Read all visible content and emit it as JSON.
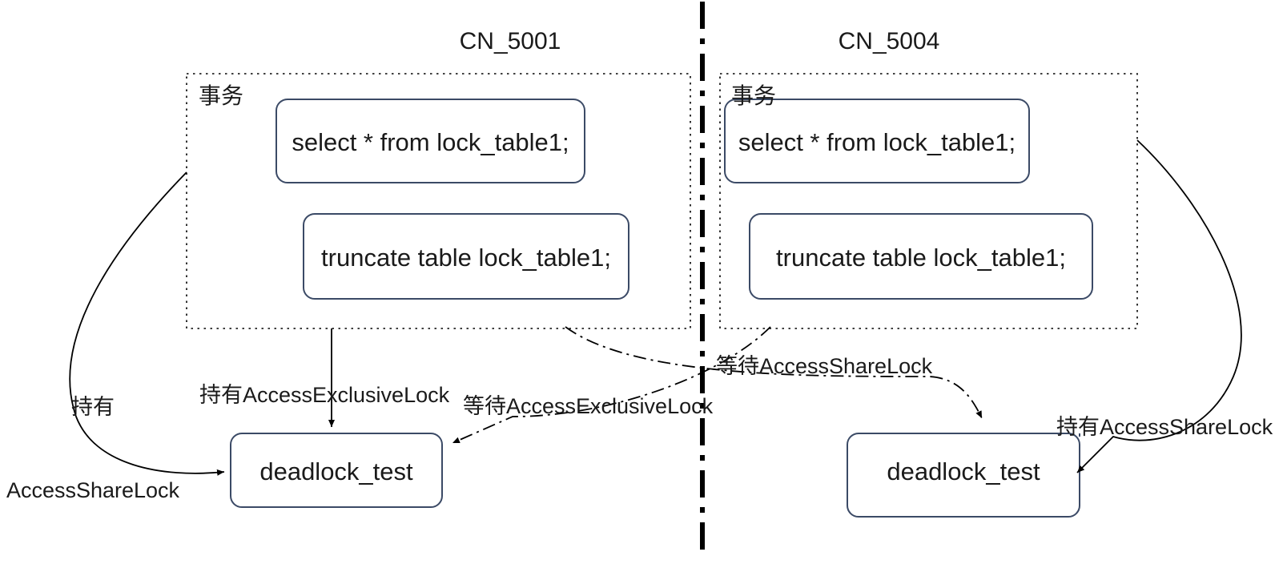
{
  "diagram": {
    "title": "PostgreSQL distributed deadlock between CN_5001 and CN_5004",
    "type": "deadlock-wait-for-graph",
    "colors": {
      "text": "#1a1a1a",
      "box_stroke": "#3b4a66",
      "container_stroke": "#000000",
      "edge_stroke": "#000000",
      "background": "#ffffff"
    }
  },
  "panels": [
    {
      "id": "cn5001",
      "title": "CN_5001",
      "group_title": "事务",
      "statements": [
        {
          "id": "cn5001-select",
          "text": "select * from lock_table1;"
        },
        {
          "id": "cn5001-truncate",
          "text": "truncate table lock_table1;"
        }
      ],
      "resource": {
        "id": "cn5001-resource",
        "label": "deadlock_test"
      }
    },
    {
      "id": "cn5004",
      "title": "CN_5004",
      "group_title": "事务",
      "statements": [
        {
          "id": "cn5004-select",
          "text": "select * from lock_table1;"
        },
        {
          "id": "cn5004-truncate",
          "text": "truncate table lock_table1;"
        }
      ],
      "resource": {
        "id": "cn5004-resource",
        "label": "deadlock_test"
      }
    }
  ],
  "edges": [
    {
      "id": "edge-hold-accessshare-left",
      "kind": "hold",
      "style": "solid",
      "label_line1": "持有",
      "label_line2": "AccessShareLock",
      "from": "cn5001-select",
      "to": "cn5001-resource"
    },
    {
      "id": "edge-hold-accessexclusive-left",
      "kind": "hold",
      "style": "solid",
      "label": "持有AccessExclusiveLock",
      "from": "cn5001-truncate",
      "to": "cn5001-resource"
    },
    {
      "id": "edge-wait-accessexclusive",
      "kind": "wait",
      "style": "dash-dot",
      "label": "等待AccessExclusiveLock",
      "from": "cn5004-truncate",
      "to": "cn5001-resource"
    },
    {
      "id": "edge-wait-accessshare",
      "kind": "wait",
      "style": "dash-dot",
      "label": "等待AccessShareLock",
      "from": "cn5001-truncate",
      "to": "cn5004-resource"
    },
    {
      "id": "edge-hold-accessshare-right",
      "kind": "hold",
      "style": "solid",
      "label": "持有AccessShareLock",
      "from": "cn5004-select",
      "to": "cn5004-resource"
    }
  ],
  "divider": {
    "id": "node-divider",
    "style": "dash-dot-vertical"
  }
}
